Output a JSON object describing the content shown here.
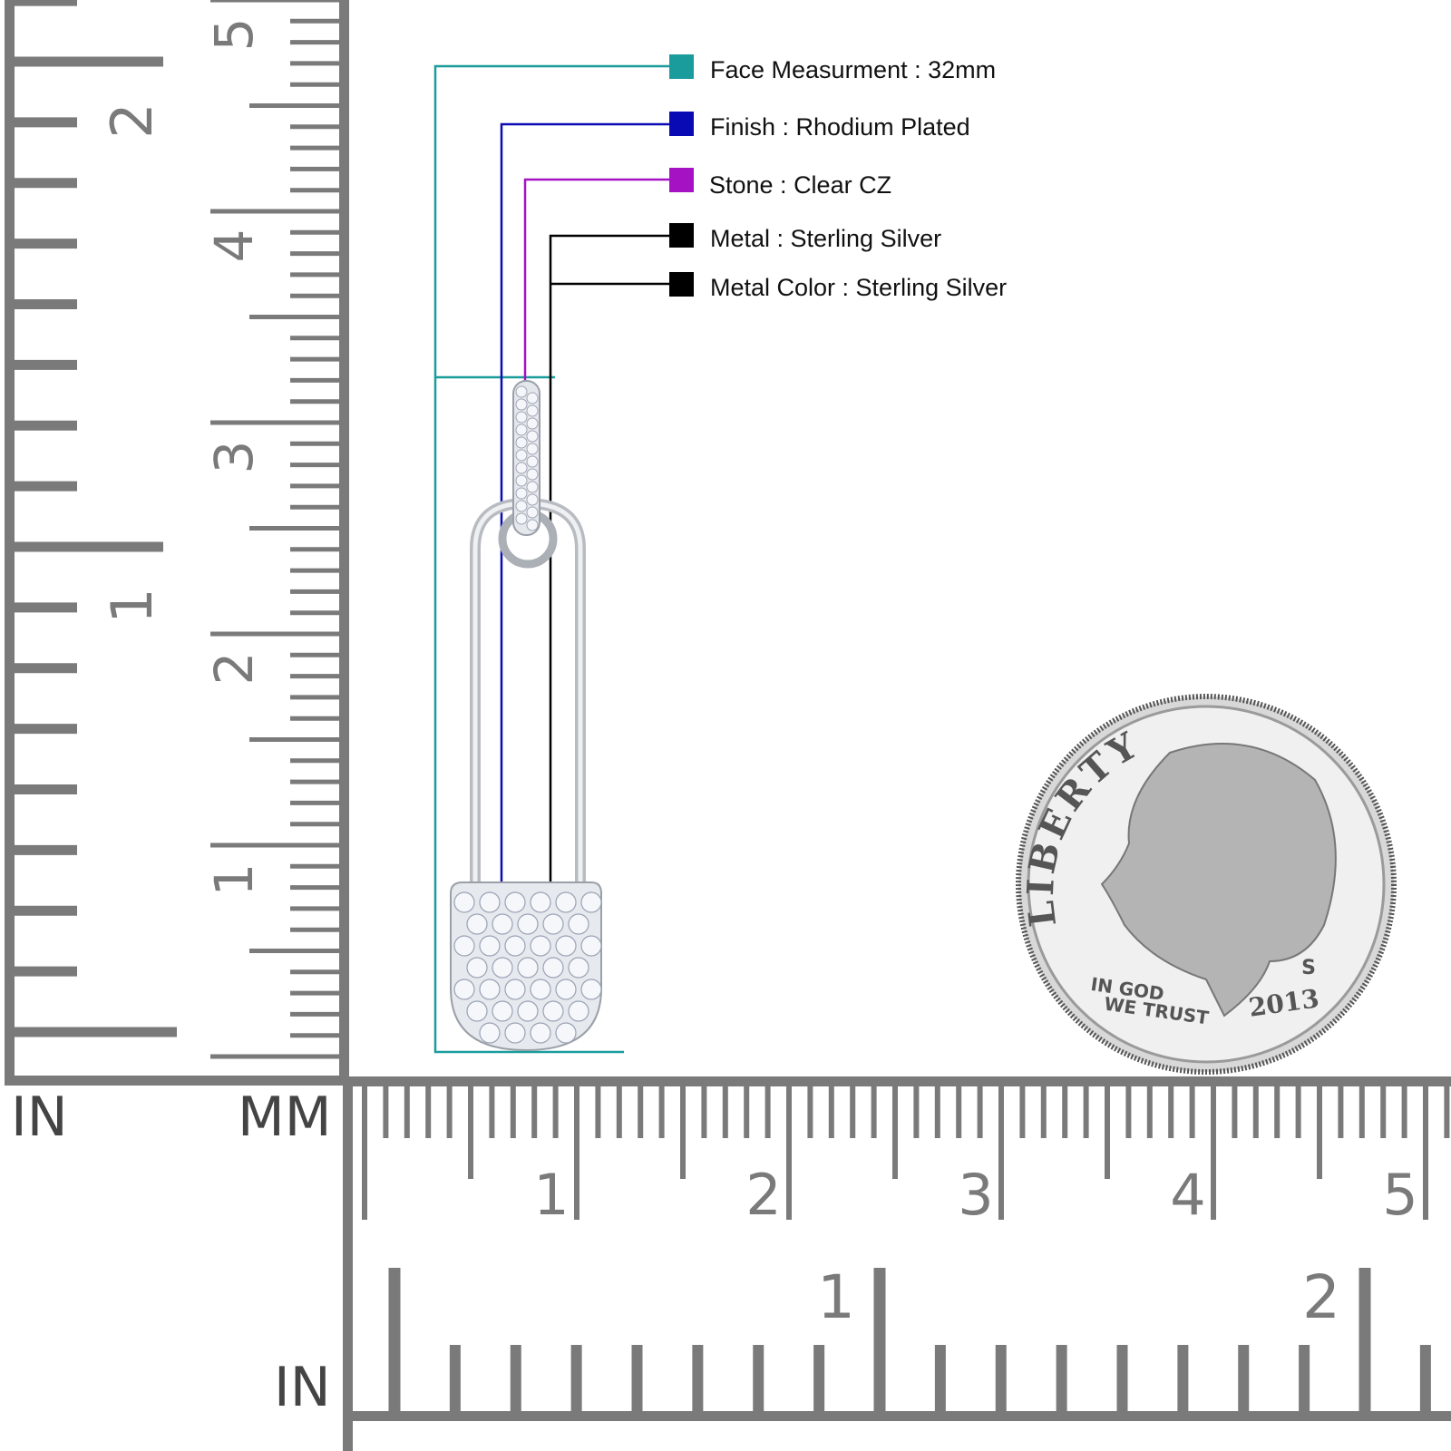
{
  "specs": [
    {
      "label": "Face Measurment : 32mm",
      "color": "#1a9c9c"
    },
    {
      "label": "Finish : Rhodium Plated",
      "color": "#0a0ab4"
    },
    {
      "label": "Stone : Clear CZ",
      "color": "#a512c4"
    },
    {
      "label": "Metal : Sterling Silver",
      "color": "#000000"
    },
    {
      "label": "Metal Color : Sterling Silver",
      "color": "#000000"
    }
  ],
  "rulers": {
    "left_in_label": "IN",
    "left_mm_label": "MM",
    "bottom_in_label": "IN",
    "left_inch_numbers": [
      "1",
      "2"
    ],
    "left_cm_numbers": [
      "1",
      "2",
      "3",
      "4",
      "5"
    ],
    "bottom_cm_numbers": [
      "1",
      "2",
      "3",
      "4",
      "5"
    ],
    "bottom_inch_numbers": [
      "1",
      "2"
    ],
    "ruler_color": "#7a7a7a"
  },
  "coin": {
    "motto_top": "LIBERTY",
    "motto_1": "IN GOD",
    "motto_2": "WE TRUST",
    "year": "2013",
    "mint": "S"
  }
}
